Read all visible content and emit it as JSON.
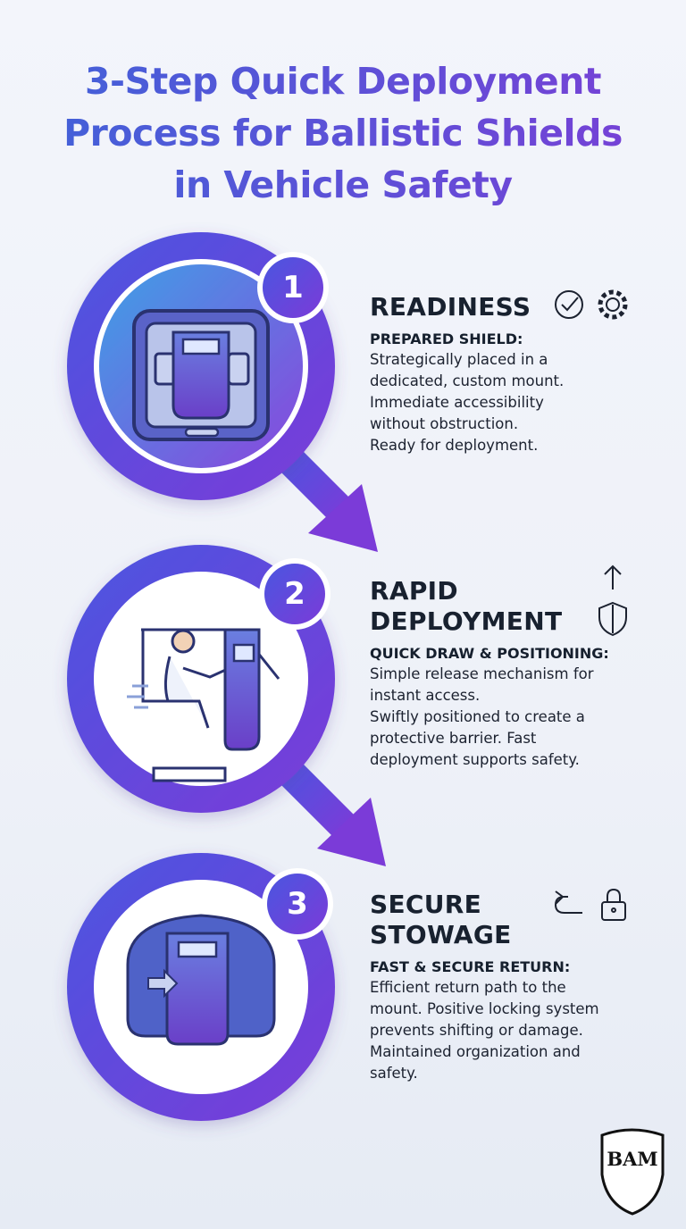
{
  "title": [
    "3-Step Quick Deployment",
    "Process for Ballistic Shields",
    "in Vehicle Safety"
  ],
  "colors": {
    "blue": "#3f63d8",
    "purple": "#7a3fd6",
    "dark": "#18212f"
  },
  "steps": [
    {
      "number": "1",
      "heading": [
        "READINESS"
      ],
      "icons": [
        "check-circle-icon",
        "gear-icon"
      ],
      "subheading": "PREPARED SHIELD:",
      "body": [
        "Strategically placed in a",
        "dedicated, custom mount.",
        "Immediate accessibility",
        "without obstruction.",
        "Ready for deployment."
      ]
    },
    {
      "number": "2",
      "heading": [
        "RAPID",
        "DEPLOYMENT"
      ],
      "icons": [
        "arrow-up-icon",
        "shield-icon"
      ],
      "subheading": "QUICK DRAW & POSITIONING:",
      "body": [
        "Simple release mechanism for",
        "instant access.",
        "Swiftly positioned to create a",
        "protective barrier. Fast",
        "deployment supports safety."
      ]
    },
    {
      "number": "3",
      "heading": [
        "SECURE",
        "STOWAGE"
      ],
      "icons": [
        "return-arrow-icon",
        "lock-icon"
      ],
      "subheading": "FAST & SECURE RETURN:",
      "body": [
        "Efficient return path to the",
        "mount. Positive locking system",
        "prevents shifting or damage.",
        "Maintained organization and",
        "safety."
      ]
    }
  ],
  "logo": {
    "text": "BAM"
  }
}
